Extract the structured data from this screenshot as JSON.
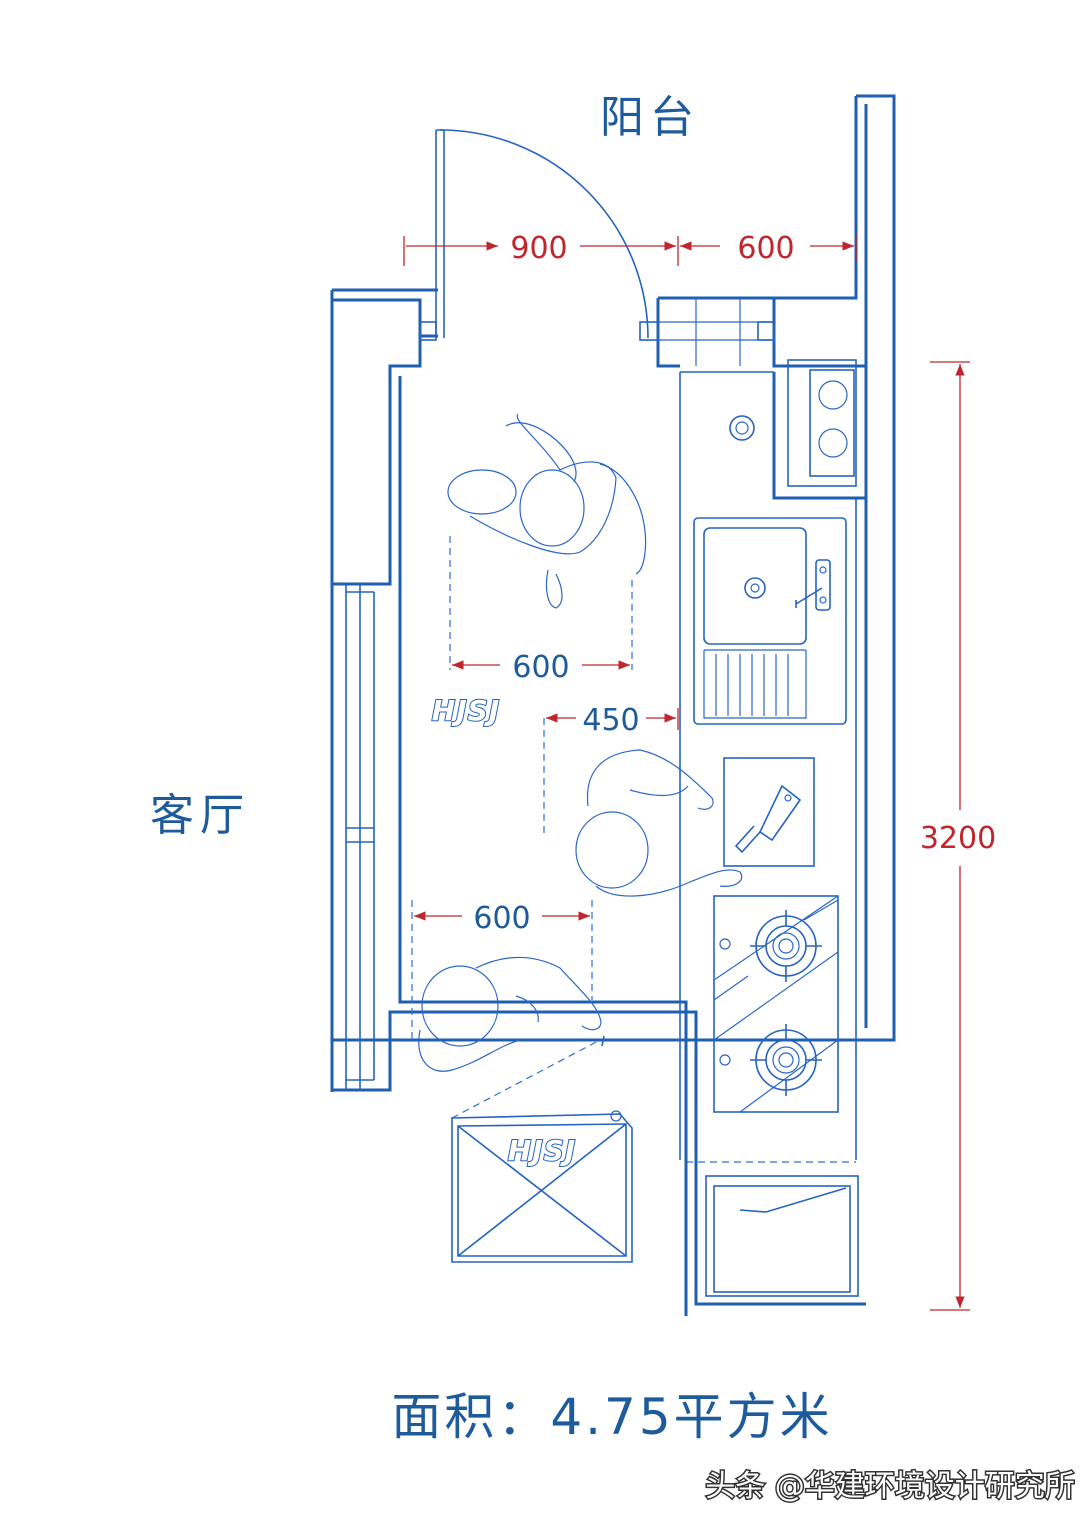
{
  "rooms": {
    "balcony": "阳台",
    "living_room": "客厅"
  },
  "dimensions": {
    "door_width": "900",
    "side_width": "600",
    "length": "3200",
    "person_top_width": "600",
    "aisle_gap": "450",
    "person_bottom_width": "600"
  },
  "logos": {
    "left": "HJSJ",
    "fridge": "HJSJ"
  },
  "area_label": "面积：4.75平方米",
  "watermark": "头条 @华建环境设计研究所",
  "colors": {
    "wall": "#1f5fb0",
    "dimension": "#c0262d",
    "text": "#1d5b9a"
  }
}
